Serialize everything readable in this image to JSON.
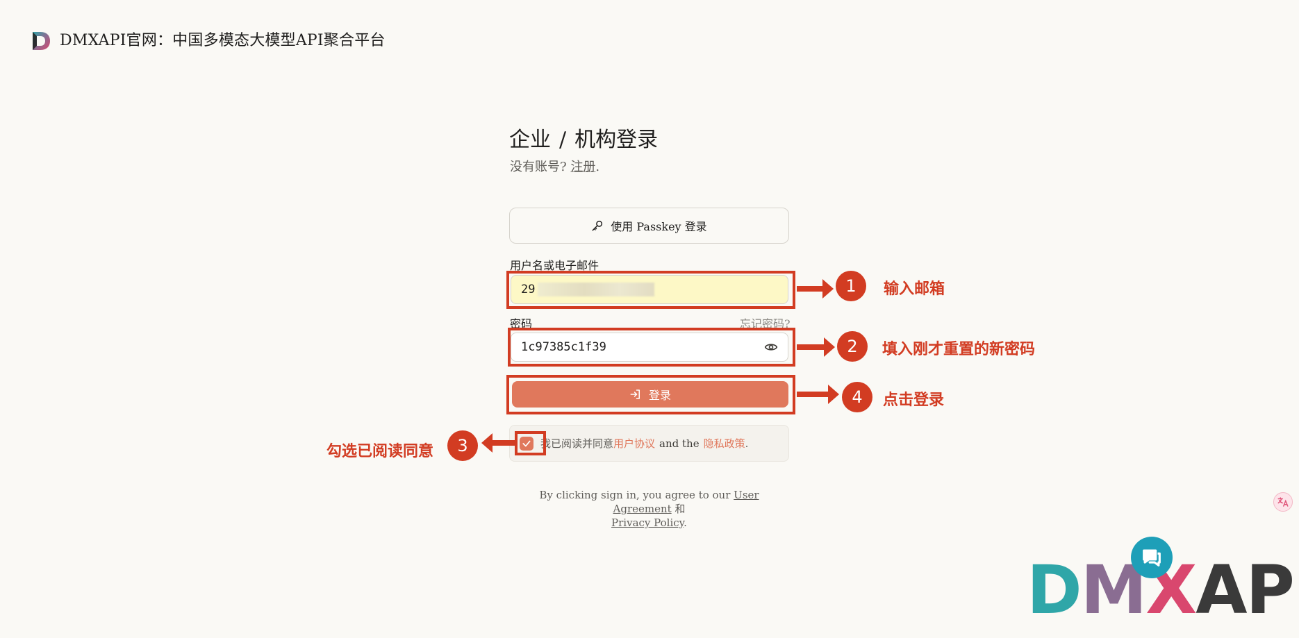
{
  "header": {
    "title": "DMXAPI官网：中国多模态大模型API聚合平台",
    "logo_letter": "D"
  },
  "form": {
    "title_left": "企业",
    "title_sep": "/",
    "title_right": "机构登录",
    "no_account": "没有账号?",
    "register_link": "注册",
    "register_suffix": ".",
    "passkey_label": "使用 Passkey 登录",
    "username_label": "用户名或电子邮件",
    "username_value": "29",
    "password_label": "密码",
    "forgot_link": "忘记密码?",
    "password_value": "1c97385c1f39",
    "login_label": "登录",
    "agree_prefix": "我已阅读并同意",
    "user_agreement": "用户协议",
    "and_text": "and the",
    "privacy_policy": "隐私政策",
    "agree_suffix": ".",
    "footer_prefix": "By clicking sign in, you agree to our",
    "footer_user_agreement": "User Agreement",
    "footer_and": "和",
    "footer_privacy_policy": "Privacy Policy",
    "footer_suffix": "."
  },
  "annotations": {
    "step1_num": "1",
    "step1_text": "输入邮箱",
    "step2_num": "2",
    "step2_text": "填入刚才重置的新密码",
    "step3_num": "3",
    "step3_text": "勾选已阅读同意",
    "step4_num": "4",
    "step4_text": "点击登录"
  },
  "watermark": {
    "d": "D",
    "m": "M",
    "x": "X",
    "api": "API"
  },
  "colors": {
    "accent": "#e0785c",
    "annotation_red": "#d23c22",
    "background": "#faf9f5",
    "username_fill": "#fdf8c6"
  },
  "icons": [
    "key-icon",
    "eye-icon",
    "login-arrow-icon",
    "check-icon",
    "translate-icon",
    "chat-icon"
  ]
}
